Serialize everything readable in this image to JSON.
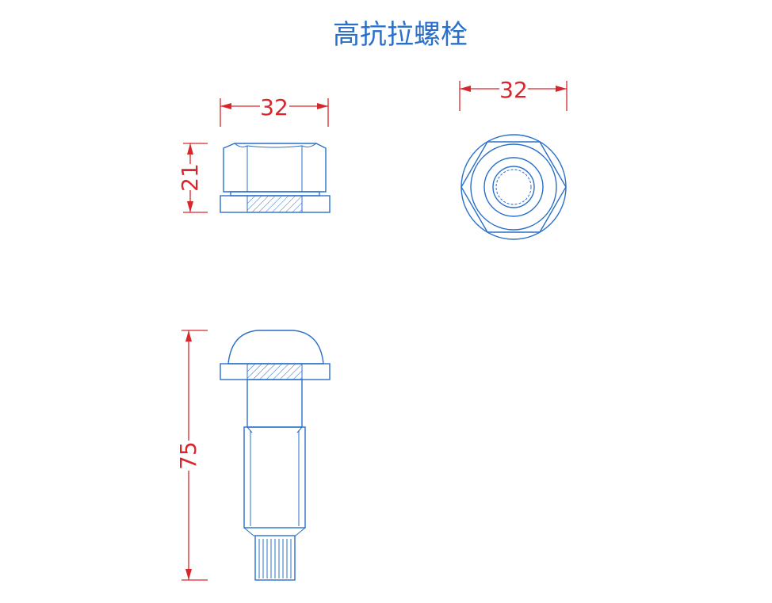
{
  "title": "高抗拉螺栓",
  "colors": {
    "part_line": "#2a6fc9",
    "dimension_line": "#d9262b",
    "background": "#ffffff"
  },
  "dimensions": {
    "nut_side_width": "32",
    "nut_side_height": "21",
    "nut_top_width": "32",
    "bolt_length": "75"
  }
}
